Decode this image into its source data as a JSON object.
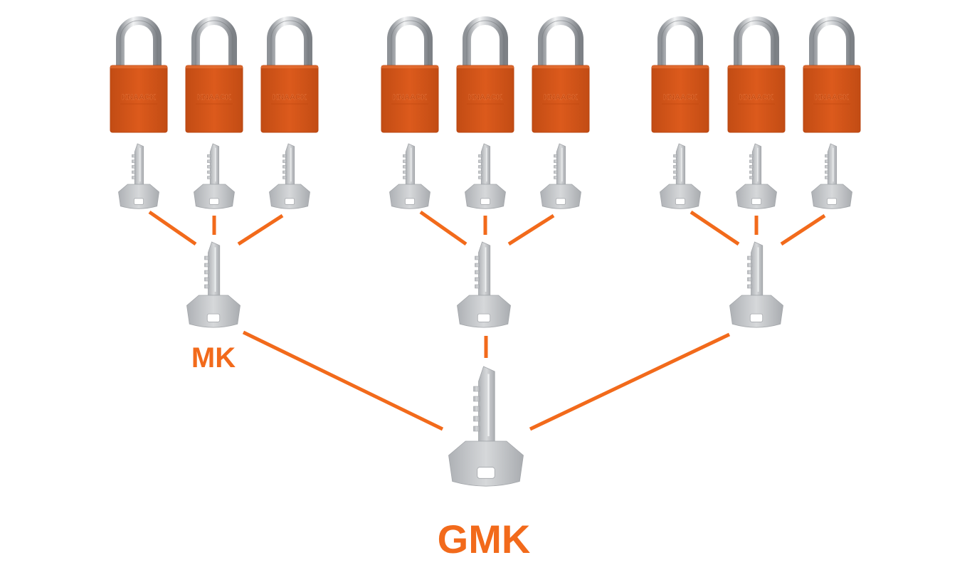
{
  "labels": {
    "mk": "MK",
    "gmk": "GMK"
  },
  "brand_text": "KNAACK",
  "colors": {
    "accent": "#f26a1b",
    "lock_body": "#d9561a",
    "lock_body_dark": "#b84612",
    "shackle": "#c9ccd0",
    "key": "#c4c7ca",
    "key_dark": "#a3a6aa"
  },
  "groups": [
    {
      "name": "group-1",
      "locks": 3,
      "has_mk_label": true
    },
    {
      "name": "group-2",
      "locks": 3,
      "has_mk_label": false
    },
    {
      "name": "group-3",
      "locks": 3,
      "has_mk_label": false
    }
  ],
  "icons": {
    "lock": "padlock-icon",
    "key": "key-icon"
  }
}
